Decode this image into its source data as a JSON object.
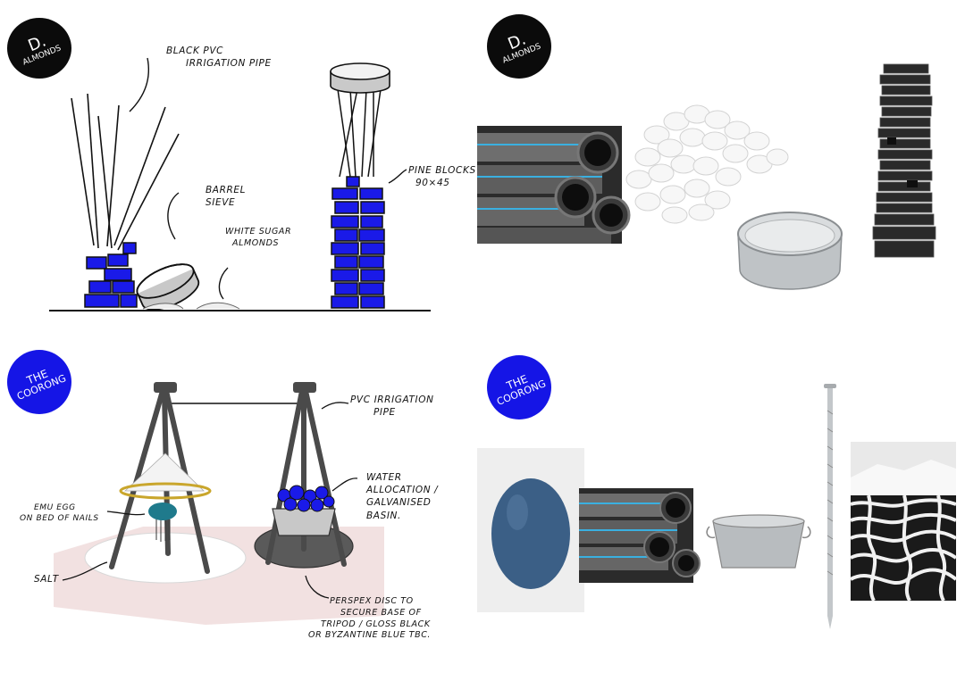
{
  "badges": {
    "almonds_sketch": {
      "line1": "D.",
      "line2": "ALMONDS"
    },
    "almonds_photos": {
      "line1": "D.",
      "line2": "ALMONDS"
    },
    "coorong_sketch": {
      "line1": "THE",
      "line2": "COORONG"
    },
    "coorong_photos": {
      "line1": "THE",
      "line2": "COORONG"
    }
  },
  "almonds_sketch": {
    "label_pipe_1": "BLACK PVC",
    "label_pipe_2": "IRRIGATION PIPE",
    "label_sieve_1": "BARREL",
    "label_sieve_2": "SIEVE",
    "label_almonds_1": "WHITE SUGAR",
    "label_almonds_2": "ALMONDS",
    "label_blocks_1": "PINE BLOCKS",
    "label_blocks_2": "90×45"
  },
  "coorong_sketch": {
    "label_pipe_1": "PVC IRRIGATION",
    "label_pipe_2": "PIPE",
    "label_water_1": "WATER",
    "label_water_2": "ALLOCATION /",
    "label_water_3": "GALVANISED",
    "label_water_4": "BASIN.",
    "label_egg_1": "EMU EGG",
    "label_egg_2": "ON BED OF NAILS",
    "label_salt": "SALT",
    "label_disc_1": "PERSPEX DISC TO",
    "label_disc_2": "SECURE BASE OF",
    "label_disc_3": "TRIPOD / GLOSS BLACK",
    "label_disc_4": "OR BYZANTINE BLUE TBC."
  },
  "colors": {
    "accent_blue": "#1515e6",
    "black": "#0b0b0b"
  }
}
